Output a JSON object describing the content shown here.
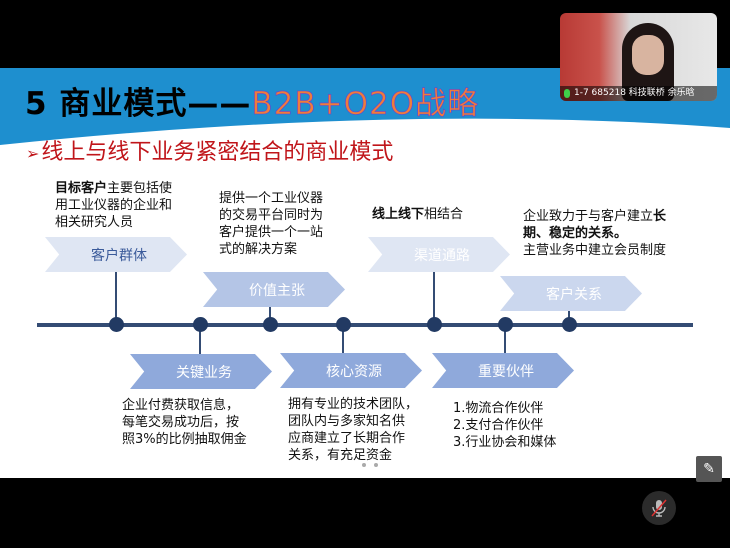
{
  "slide": {
    "title_main": "5 商业模式——",
    "title_accent": "B2B+O2O战略",
    "subtitle": "线上与线下业务紧密结合的商业模式",
    "blocks": {
      "customer_segments": {
        "label": "客户群体",
        "desc_bold": "目标客户",
        "desc_lines": [
          "主要包括使",
          "用工业仪器的企业和",
          "相关研究人员"
        ]
      },
      "value_proposition": {
        "label": "价值主张",
        "desc_lines": [
          "提供一个工业仪器",
          "的交易平台同时为",
          "客户提供一个一站",
          "式的解决方案"
        ]
      },
      "channels": {
        "label": "渠道通路",
        "desc_bold": "线上线下",
        "desc_rest": "相结合"
      },
      "customer_relationships": {
        "label": "客户关系",
        "desc_line1": "企业致力于与客户建立",
        "desc_bold1": "长",
        "desc_bold2": "期、稳定的关系。",
        "desc_line3": "主营业务中建立会员制度"
      },
      "key_activities": {
        "label": "关键业务",
        "desc_lines": [
          "企业付费获取信息，",
          "每笔交易成功后，按",
          "照3%的比例抽取佣金"
        ]
      },
      "key_resources": {
        "label": "核心资源",
        "desc_lines": [
          "拥有专业的技术团队，",
          "团队内与多家知名供",
          "应商建立了长期合作",
          "关系，有充足资金"
        ]
      },
      "key_partners": {
        "label": "重要伙伴",
        "desc_lines": [
          "1.物流合作伙伴",
          "2.支付合作伙伴",
          "3.行业协会和媒体"
        ]
      }
    }
  },
  "webcam": {
    "label": "1-7 685218 科技联桥 余乐晗"
  },
  "colors": {
    "band": "#1e8fcf",
    "light": "#dfe6f3",
    "mid": "#b4c5e6",
    "dark": "#8fa9db",
    "line": "#344c74"
  }
}
